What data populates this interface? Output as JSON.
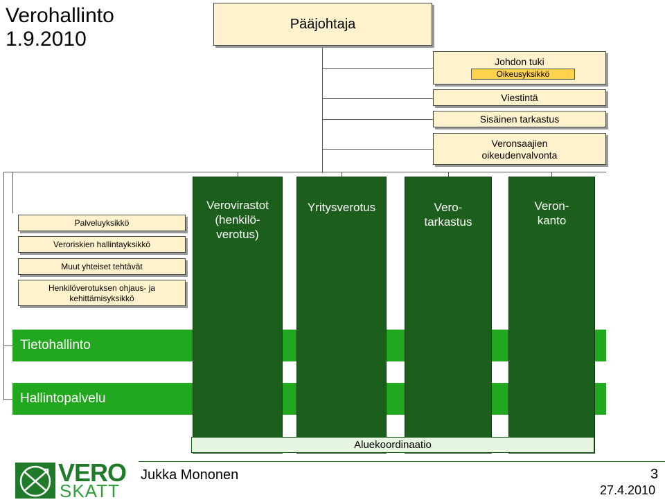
{
  "title": {
    "line1": "Verohallinto",
    "line2": "1.9.2010"
  },
  "top": {
    "director": "Pääjohtaja",
    "management_support": "Johdon tuki",
    "legal_unit": "Oikeusyksikkö",
    "communications": "Viestintä",
    "internal_audit": "Sisäinen tarkastus",
    "beneficiary_oversight_line1": "Veronsaajien",
    "beneficiary_oversight_line2": "oikeudenvalvonta"
  },
  "left_units": {
    "service_unit": "Palveluyksikkö",
    "risk_unit": "Veroriskien hallintayksikkö",
    "other_tasks": "Muut yhteiset tehtävät",
    "personal_tax_line1": "Henkilöverotuksen ohjaus- ja",
    "personal_tax_line2": "kehittämisyksikkö"
  },
  "columns": [
    {
      "line1": "Verovirastot",
      "line2": "(henkilö-",
      "line3": "verotus)"
    },
    {
      "line1": "Yritysverotus",
      "line2": "",
      "line3": ""
    },
    {
      "line1": "Vero-",
      "line2": "tarkastus",
      "line3": ""
    },
    {
      "line1": "Veron-",
      "line2": "kanto",
      "line3": ""
    }
  ],
  "bars": {
    "it": "Tietohallinto",
    "admin": "Hallintopalvelu"
  },
  "regional": "Aluekoordinaatio",
  "footer": {
    "logo_top": "VERO",
    "logo_bottom": "SKATT",
    "author": "Jukka Mononen",
    "page": "3",
    "date": "27.4.2010"
  },
  "colors": {
    "cream_box": "#fff2cc",
    "dark_green": "#1c5f1c",
    "bright_green": "#22a81e",
    "logo_green": "#2e7d32"
  }
}
